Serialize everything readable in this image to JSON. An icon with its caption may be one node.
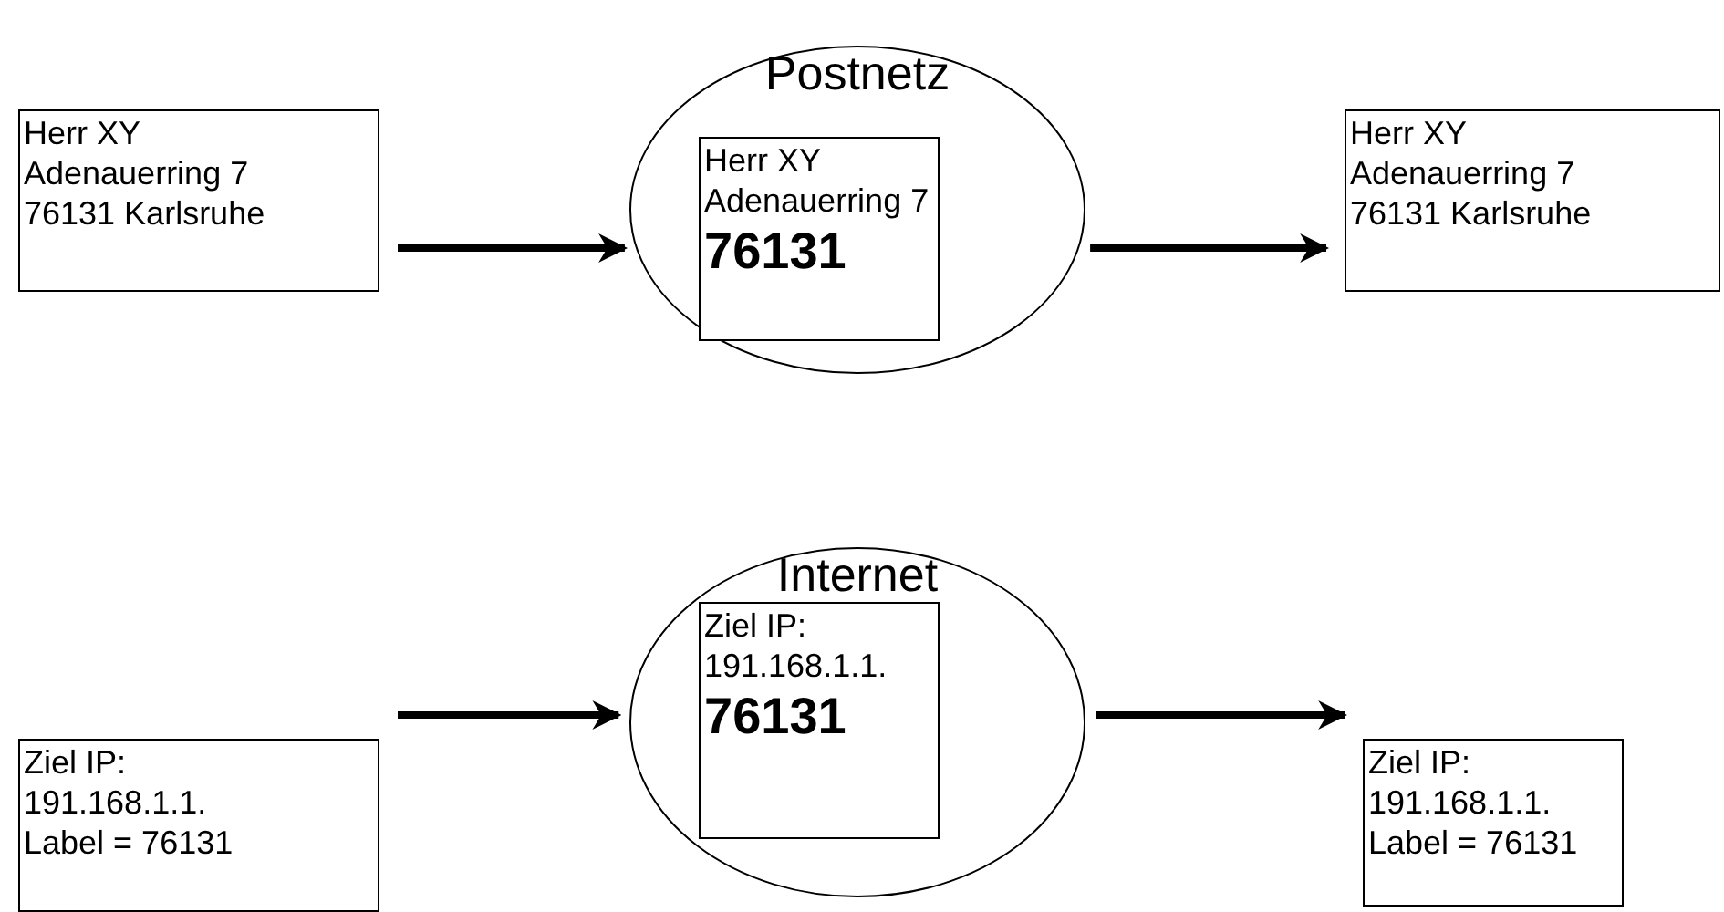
{
  "diagram": {
    "nodes": [
      {
        "text": [
          "Herr XY",
          "Adenauerring 7",
          "76131 Karlsruhe"
        ]
      },
      {
        "text": [
          "Postnetz"
        ]
      },
      {
        "text": [
          "Herr XY",
          "Adenauerring 7",
          "76131"
        ],
        "in": 1
      },
      {
        "text": [
          "Herr XY",
          "Adenauerring 7",
          "76131 Karlsruhe"
        ]
      },
      {
        "text": [
          "Ziel IP:",
          "191.168.1.1.",
          "Label = 76131"
        ]
      },
      {
        "text": [
          "Internet"
        ]
      },
      {
        "text": [
          "Ziel IP:",
          "191.168.1.1.",
          "76131"
        ],
        "in": 5
      },
      {
        "text": [
          "Ziel IP:",
          "191.168.1.1.",
          "Label = 76131"
        ]
      }
    ],
    "edges": [
      {
        "from": 0,
        "to": 1,
        "arrow": "to"
      },
      {
        "from": 1,
        "to": 3,
        "arrow": "to"
      },
      {
        "from": 4,
        "to": 5,
        "arrow": "to"
      },
      {
        "from": 5,
        "to": 7,
        "arrow": "to"
      }
    ]
  }
}
